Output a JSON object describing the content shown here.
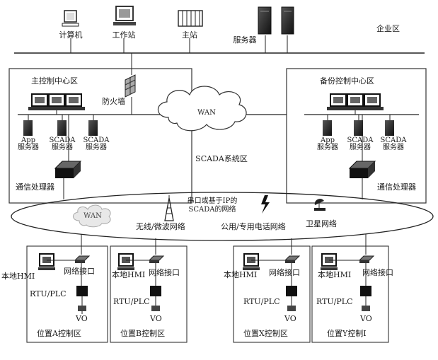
{
  "enterprise": {
    "zone_label": "企业区",
    "computer_label": "计算机",
    "workstation_label": "工作站",
    "master_station_label": "主站",
    "server_label": "服务器"
  },
  "main_center": {
    "title": "主控制中心区",
    "firewall_label": "防火墙",
    "servers": [
      {
        "line1": "App",
        "line2": "服务器"
      },
      {
        "line1": "SCADA",
        "line2": "服务器"
      },
      {
        "line1": "SCADA",
        "line2": "服务器"
      }
    ],
    "comm_label": "通信处理器"
  },
  "backup_center": {
    "title": "备份控制中心区",
    "servers": [
      {
        "line1": "App",
        "line2": "服务器"
      },
      {
        "line1": "SCADA",
        "line2": "服务器"
      },
      {
        "line1": "SCADA",
        "line2": "服务器"
      }
    ],
    "comm_label": "通信处理器"
  },
  "wan_cloud_label": "WAN",
  "scada_zone_label": "SCADA系统区",
  "network": {
    "line1": "串口或基于IP的",
    "line2": "SCADA的网络",
    "wan_label": "WAN",
    "wireless_label": "无线/微波网络",
    "phone_label": "公用/专用电话网络",
    "satellite_label": "卫星网络"
  },
  "sites": [
    {
      "hmi": "本地HMI",
      "net": "网络接口",
      "rtu": "RTU/PLC",
      "vo": "VO",
      "name": "位置A控制区"
    },
    {
      "hmi": "本地HMI",
      "net": "网络接口",
      "rtu": "RTU/PLC",
      "vo": "VO",
      "name": "位置B控制区"
    },
    {
      "hmi": "本地HMI",
      "net": "网络接口",
      "rtu": "RTU/PLC",
      "vo": "VO",
      "name": "位置X控制区"
    },
    {
      "hmi": "本地HMI",
      "net": "网络接口",
      "rtu": "RTU/PLC",
      "vo": "VO",
      "name": "位置Y控制I"
    }
  ]
}
